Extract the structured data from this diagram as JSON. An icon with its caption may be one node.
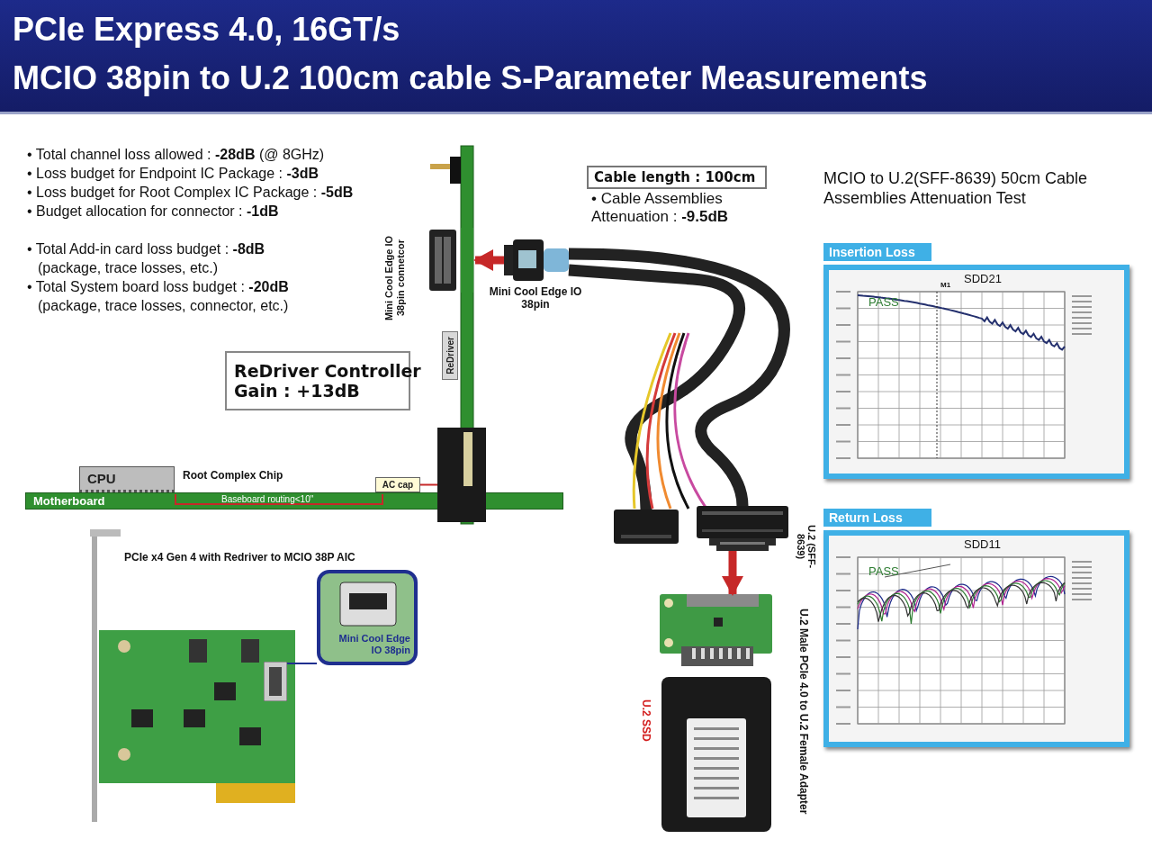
{
  "diagram": {
    "title": "PCIe Express 4.0, 16GT/s",
    "nodes": [
      {
        "text": [
          "Motherboard"
        ]
      },
      {
        "text": [
          "CPU"
        ]
      },
      {
        "text": [
          "AC cap"
        ]
      },
      {
        "text": [
          "ReDriver"
        ]
      },
      {
        "text": [
          "ReDriver Controller",
          "Gain : **+13dB**"
        ]
      },
      {
        "text": [],
        "shape": "picture",
        "beside": [
          "Mini Cool Edge IO 38pin connetcor"
        ]
      },
      {
        "text": [],
        "shape": "picture",
        "beside": [
          "Mini Cool Edge IO 38pin"
        ]
      },
      {
        "text": [
          "Cable length : **100cm**"
        ]
      },
      {
        "text": [],
        "shape": "picture",
        "beside": [
          "U.2 (SFF-8639)"
        ]
      },
      {
        "text": [],
        "shape": "picture",
        "beside": [
          "U.2 Male PCIe 4.0 to U.2 Female Adapter"
        ]
      },
      {
        "text": [],
        "shape": "picture",
        "beside": [
          "U.2 SSD"
        ]
      },
      {
        "text": [],
        "shape": "picture"
      },
      {
        "text": [],
        "shape": "picture",
        "in": 11
      },
      {
        "text": [
          "Mini Cool Edge IO 38pin"
        ]
      },
      {
        "text": [
          "Insertion Loss",
          "SDD21",
          "PASS",
          "M1"
        ]
      },
      {
        "text": [
          "Return Loss",
          "SDD11",
          "PASS"
        ]
      },
      {
        "text": [],
        "shape": "picture"
      },
      {
        "text": [],
        "shape": "picture"
      }
    ],
    "edges": [
      {
        "from": 6,
        "to": 5,
        "arrow": "to",
        "style": "thick",
        "color": "#c62828"
      },
      {
        "from": 8,
        "to": 9,
        "arrow": "to",
        "style": "thick",
        "color": "#c62828"
      },
      {
        "from": 13,
        "to": 12,
        "arrow": "none",
        "color": "#1f2f8f"
      },
      {
        "from": 2,
        "to": 16,
        "arrow": "none",
        "color": "#c62828"
      }
    ],
    "labels": [
      "MCIO 38pin to U.2 **100cm** cable S-Parameter Measurements",
      "• Total channel loss allowed : **-28dB** (@ 8GHz)",
      "• Loss budget for Endpoint IC Package : **-3dB**",
      "• Loss budget for Root Complex IC Package : **-5dB**",
      "• Budget allocation for connector : **-1dB**",
      "• Total Add-in card loss budget : **-8dB**",
      "(package, trace losses, etc.)",
      "• Total System board loss budget : **-20dB**",
      "(package, trace losses, connector, etc.)",
      "Root Complex Chip",
      "Baseboard routing<10\"",
      "• Cable Assemblies Attenuation : **-9.5dB**",
      "MCIO to U.2(SFF-8639) 50cm Cable Assemblies Attenuation Test",
      "PCIe x4 Gen 4 with Redriver to MCIO 38P AIC"
    ]
  }
}
